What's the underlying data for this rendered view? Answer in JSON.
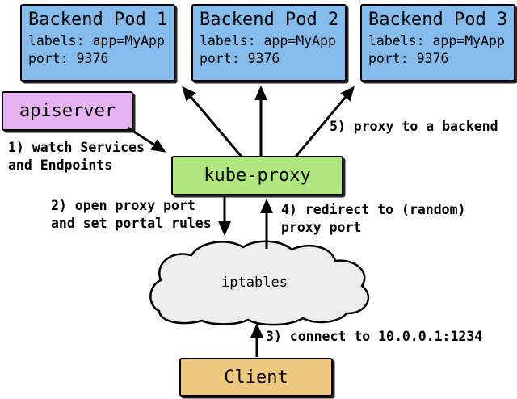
{
  "pods": [
    {
      "title": "Backend Pod 1",
      "line1": "labels: app=MyApp",
      "line2": "port: 9376"
    },
    {
      "title": "Backend Pod 2",
      "line1": "labels: app=MyApp",
      "line2": "port: 9376"
    },
    {
      "title": "Backend Pod 3",
      "line1": "labels: app=MyApp",
      "line2": "port: 9376"
    }
  ],
  "nodes": {
    "apiserver": "apiserver",
    "kube_proxy": "kube-proxy",
    "iptables": "iptables",
    "client": "Client"
  },
  "steps": {
    "step1": "1) watch Services\nand Endpoints",
    "step2": "2) open proxy port\nand set portal rules",
    "step3": "3) connect to 10.0.0.1:1234",
    "step4": "4) redirect to (random)\nproxy port",
    "step5": "5) proxy to a backend"
  },
  "colors": {
    "pod_fill": "#85bcec",
    "apiserver_fill": "#e6b2f2",
    "kube_proxy_fill": "#aee87e",
    "client_fill": "#eec87e",
    "cloud_fill": "#ededed",
    "line": "#000000",
    "background": "#ffffff"
  }
}
